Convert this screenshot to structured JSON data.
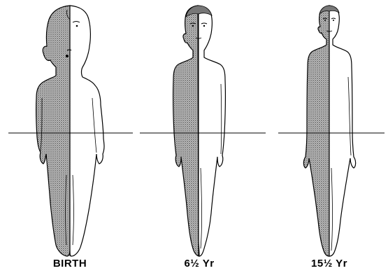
{
  "figures": [
    {
      "label": "BIRTH",
      "shade_color": "#9a9a9a"
    },
    {
      "label": "6½ Yr",
      "shade_color": "#9a9a9a"
    },
    {
      "label": "15½ Yr",
      "shade_color": "#9a9a9a"
    }
  ],
  "colors": {
    "line": "#000000",
    "background": "#ffffff",
    "shade": "#9a9a9a"
  }
}
